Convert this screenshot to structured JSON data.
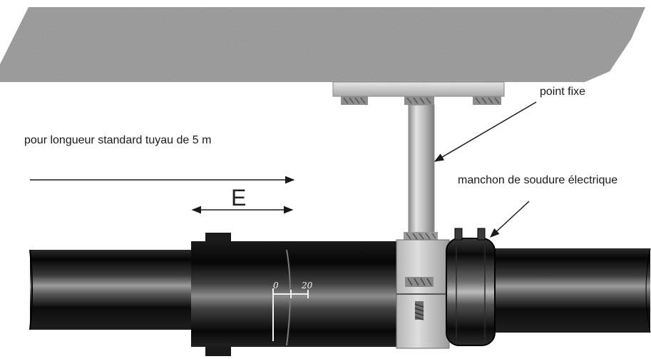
{
  "labels": {
    "standard_length": "pour longueur standard tuyau de 5 m",
    "fixed_point": "point fixe",
    "electrofusion_sleeve": "manchon de soudure électrique",
    "expansion": "E",
    "scale_zero": "0",
    "scale_twenty": "20"
  },
  "colors": {
    "ceiling": "#a6a6a6",
    "pipe_dark": "#141414",
    "pipe_highlight": "#9a9a9a",
    "clamp_steel": "#c8c8c8",
    "arrow": "#1a1a1a"
  }
}
